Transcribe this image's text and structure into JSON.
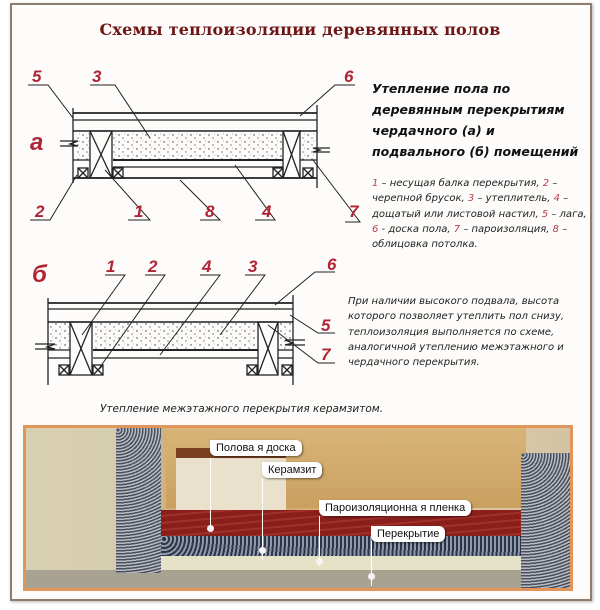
{
  "title": "Схемы теплоизоляции деревянных полов",
  "diagram_a": {
    "letter": "а",
    "labels": [
      "5",
      "3",
      "6",
      "2",
      "1",
      "8",
      "4",
      "7"
    ]
  },
  "diagram_b": {
    "letter": "б",
    "labels": [
      "1",
      "2",
      "4",
      "3",
      "6",
      "5",
      "7"
    ]
  },
  "heading": "Утепление пола по деревянным перекрытиям чердачного (а) и подвального (б) помещений",
  "legend": [
    {
      "n": "1",
      "t": " – несущая балка перекрытия, "
    },
    {
      "n": "2",
      "t": " – черепной брусок, "
    },
    {
      "n": "3",
      "t": " – утеплитель, "
    },
    {
      "n": "4",
      "t": " – дощатый или листовой настил, "
    },
    {
      "n": "5",
      "t": " – лага, "
    },
    {
      "n": "6",
      "t": " - доска пола, "
    },
    {
      "n": "7",
      "t": " – пароизоляция, "
    },
    {
      "n": "8",
      "t": " – облицовка потолка."
    }
  ],
  "paragraph": "При наличии высокого подвала, высота которого позволяет утеплить пол снизу, теплоизоляция выполняется по схеме, аналогичной утеплению межэтажного и чердачного перекрытия.",
  "caption": "Утепление межэтажного перекрытия керамзитом.",
  "photo_callouts": [
    "Полова я доска",
    "Керамзит",
    "Пароизоляционна я пленка",
    "Перекрытие"
  ],
  "colors": {
    "title": "#6e1616",
    "label": "#b02535",
    "frame": "#8c7d6e",
    "photo_border": "#e0955a"
  }
}
